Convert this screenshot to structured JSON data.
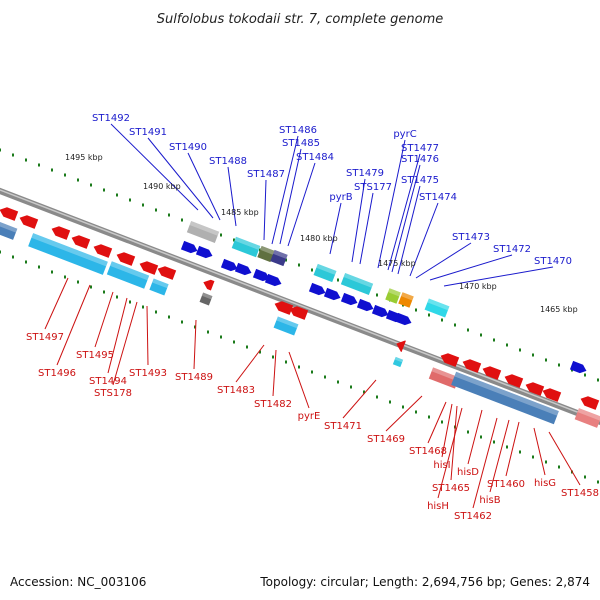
{
  "title": "Sulfolobus tokodaii str. 7, complete genome",
  "footer": {
    "accession": "Accession: NC_003106",
    "summary": "Topology: circular; Length: 2,694,756 bp; Genes: 2,874"
  },
  "ticks": [
    "1495 kbp",
    "1490 kbp",
    "1485 kbp",
    "1480 kbp",
    "1475 kbp",
    "1470 kbp",
    "1465 kbp"
  ],
  "forward_labels": [
    "ST1492",
    "ST1491",
    "ST1490",
    "ST1488",
    "ST1487",
    "ST1486",
    "ST1485",
    "ST1484",
    "pyrB",
    "ST1479",
    "STS177",
    "pyrC",
    "ST1477",
    "ST1476",
    "ST1475",
    "ST1474",
    "ST1473",
    "ST1472",
    "ST1470"
  ],
  "reverse_labels": [
    "ST1497",
    "ST1496",
    "ST1495",
    "ST1494",
    "STS178",
    "ST1493",
    "ST1489",
    "ST1483",
    "ST1482",
    "pyrE",
    "ST1471",
    "ST1469",
    "ST1468",
    "hisI",
    "ST1465",
    "hisH",
    "hisD",
    "ST1462",
    "hisB",
    "ST1460",
    "hisG",
    "ST1458"
  ],
  "colors": {
    "forward_label": "#1a1acc",
    "reverse_label": "#cc1111",
    "backbone": "#8a8a8a",
    "tick": "#1a7a1a",
    "blue_gene": "#1010d0",
    "cyan_block": "#38b6e6",
    "red_gene": "#e01010",
    "steel_block": "#4a7fb8"
  }
}
